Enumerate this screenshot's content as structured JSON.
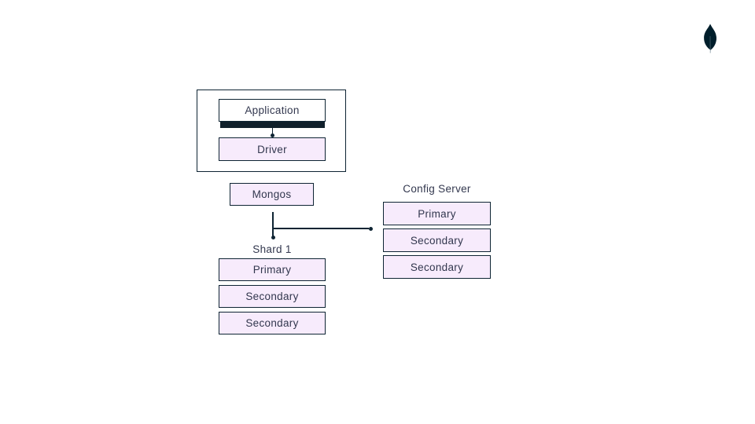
{
  "slide": {
    "background": "#ffffff"
  },
  "logo": {
    "icon": "mongodb-leaf-icon",
    "color": "#001E2B"
  },
  "colors": {
    "ink": "#0E2433",
    "lavender_fill": "#F7EBFC",
    "text": "#32374E",
    "white": "#ffffff"
  },
  "diagram": {
    "app_group": {
      "application_label": "Application",
      "driver_label": "Driver"
    },
    "mongos_label": "Mongos",
    "shard1": {
      "title": "Shard 1",
      "nodes": [
        "Primary",
        "Secondary",
        "Secondary"
      ]
    },
    "config_server": {
      "title": "Config Server",
      "nodes": [
        "Primary",
        "Secondary",
        "Secondary"
      ]
    }
  }
}
